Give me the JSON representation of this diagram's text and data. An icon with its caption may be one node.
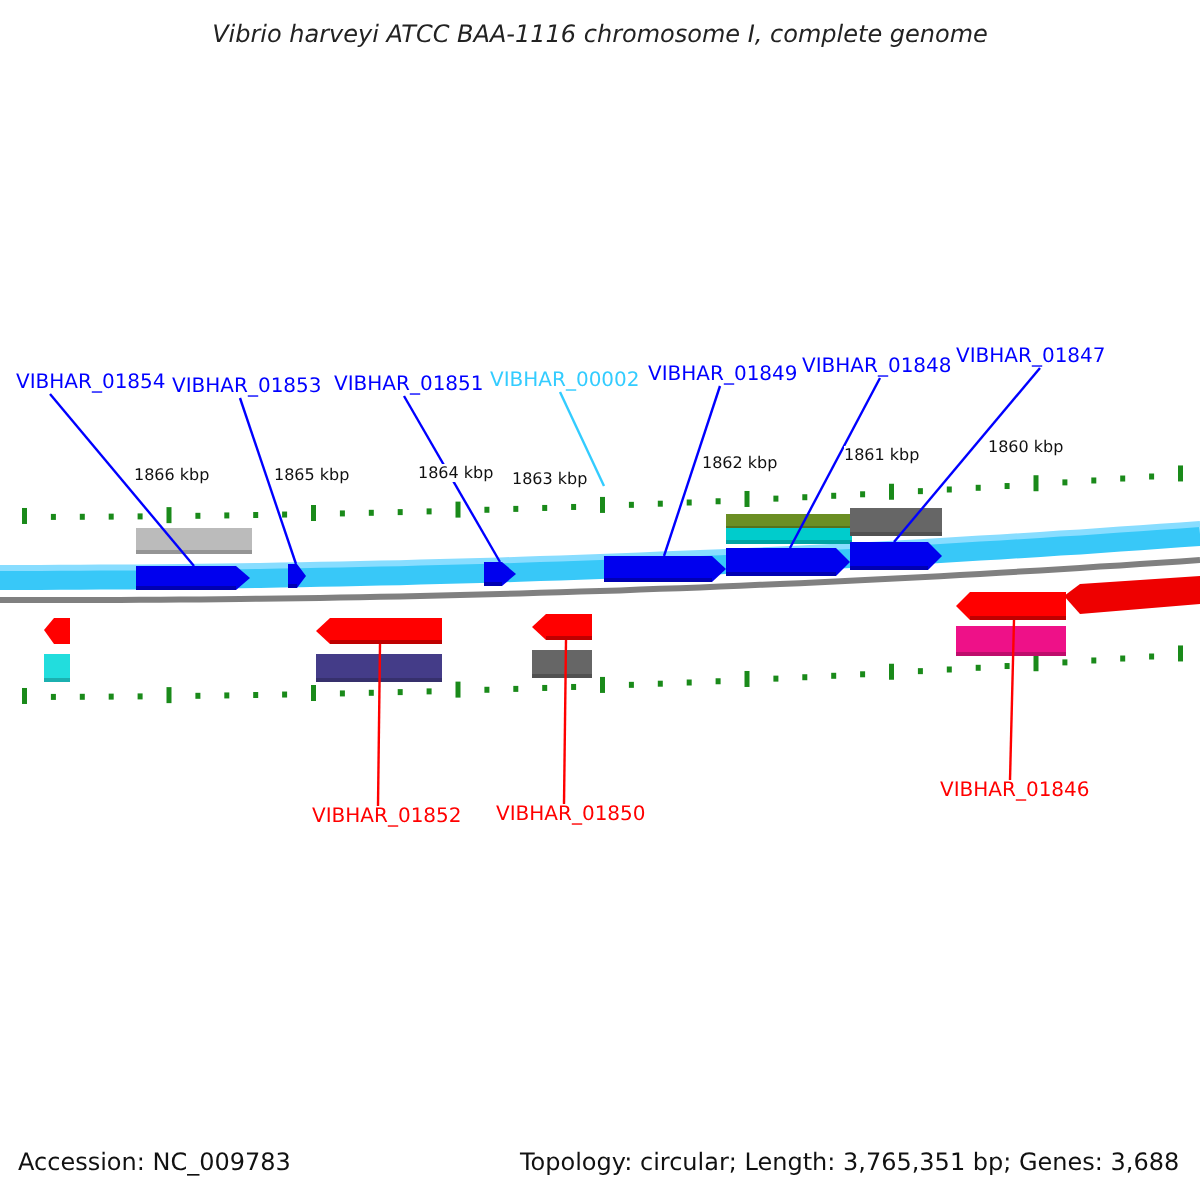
{
  "diagram": {
    "title": "Vibrio harveyi ATCC BAA-1116 chromosome I, complete genome",
    "nodes": [
      {
        "text": [
          "VIBHAR_01854"
        ]
      },
      {
        "text": [
          "VIBHAR_01853"
        ]
      },
      {
        "text": [
          "VIBHAR_01851"
        ]
      },
      {
        "text": [
          "VIBHAR_00002"
        ]
      },
      {
        "text": [
          "VIBHAR_01849"
        ]
      },
      {
        "text": [
          "VIBHAR_01848"
        ]
      },
      {
        "text": [
          "VIBHAR_01847"
        ]
      },
      {
        "text": [
          "VIBHAR_01852"
        ]
      },
      {
        "text": [
          "VIBHAR_01850"
        ]
      },
      {
        "text": [
          "VIBHAR_01846"
        ]
      },
      {
        "text": [],
        "shape": "box"
      },
      {
        "text": [],
        "shape": "box"
      },
      {
        "text": [],
        "shape": "box"
      },
      {
        "text": [],
        "shape": "box"
      },
      {
        "text": [],
        "shape": "box"
      },
      {
        "text": [],
        "shape": "box"
      },
      {
        "text": [],
        "shape": "box"
      },
      {
        "text": [],
        "shape": "box"
      },
      {
        "text": [],
        "shape": "box"
      }
    ],
    "edges": [
      {
        "from": 0,
        "to": 10,
        "arrow": "none"
      },
      {
        "from": 1,
        "to": 11,
        "arrow": "none"
      },
      {
        "from": 2,
        "to": 12,
        "arrow": "none"
      },
      {
        "from": 3,
        "to": null,
        "arrow": "none",
        "color": "#33ccff"
      },
      {
        "from": 4,
        "to": 13,
        "arrow": "none"
      },
      {
        "from": 5,
        "to": 14,
        "arrow": "none"
      },
      {
        "from": 6,
        "to": 15,
        "arrow": "none"
      },
      {
        "from": 7,
        "to": 16,
        "arrow": "none",
        "color": "#ff0000"
      },
      {
        "from": 8,
        "to": 17,
        "arrow": "none",
        "color": "#ff0000"
      },
      {
        "from": 9,
        "to": 18,
        "arrow": "none",
        "color": "#ff0000"
      }
    ],
    "labels": [
      "1866 kbp",
      "1865 kbp",
      "1864 kbp",
      "1863 kbp",
      "1862 kbp",
      "1861 kbp",
      "1860 kbp",
      "Accession: NC_009783",
      "Topology: circular; Length: 3,765,351 bp; Genes: 3,688"
    ]
  }
}
